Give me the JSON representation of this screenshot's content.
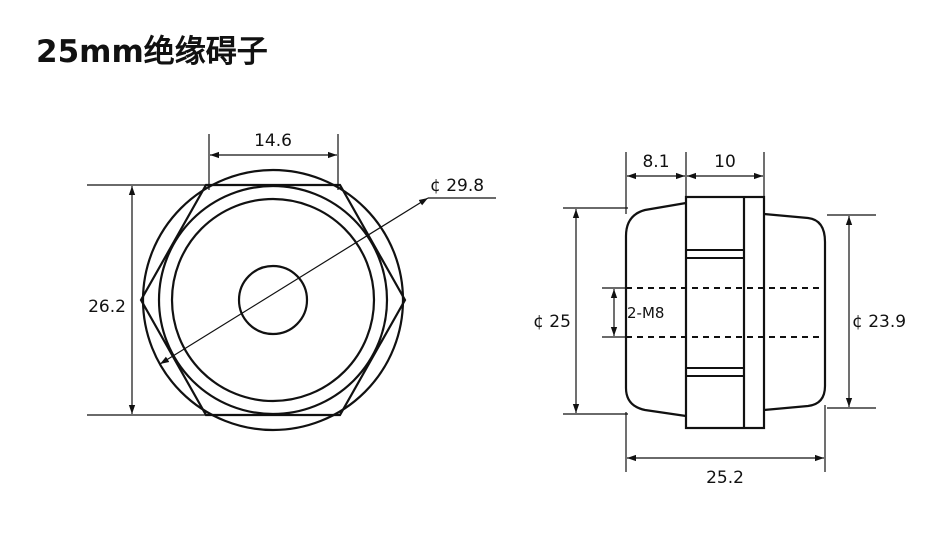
{
  "title": "25mm绝缘碍子",
  "front_view": {
    "width_label": "14.6",
    "height_label": "26.2",
    "diameter_label": "¢ 29.8"
  },
  "side_view": {
    "left_width_label": "8.1",
    "hex_width_label": "10",
    "thread_label": "2-M8",
    "left_diameter_label": "¢ 25",
    "right_diameter_label": "¢ 23.9",
    "total_length_label": "25.2"
  }
}
